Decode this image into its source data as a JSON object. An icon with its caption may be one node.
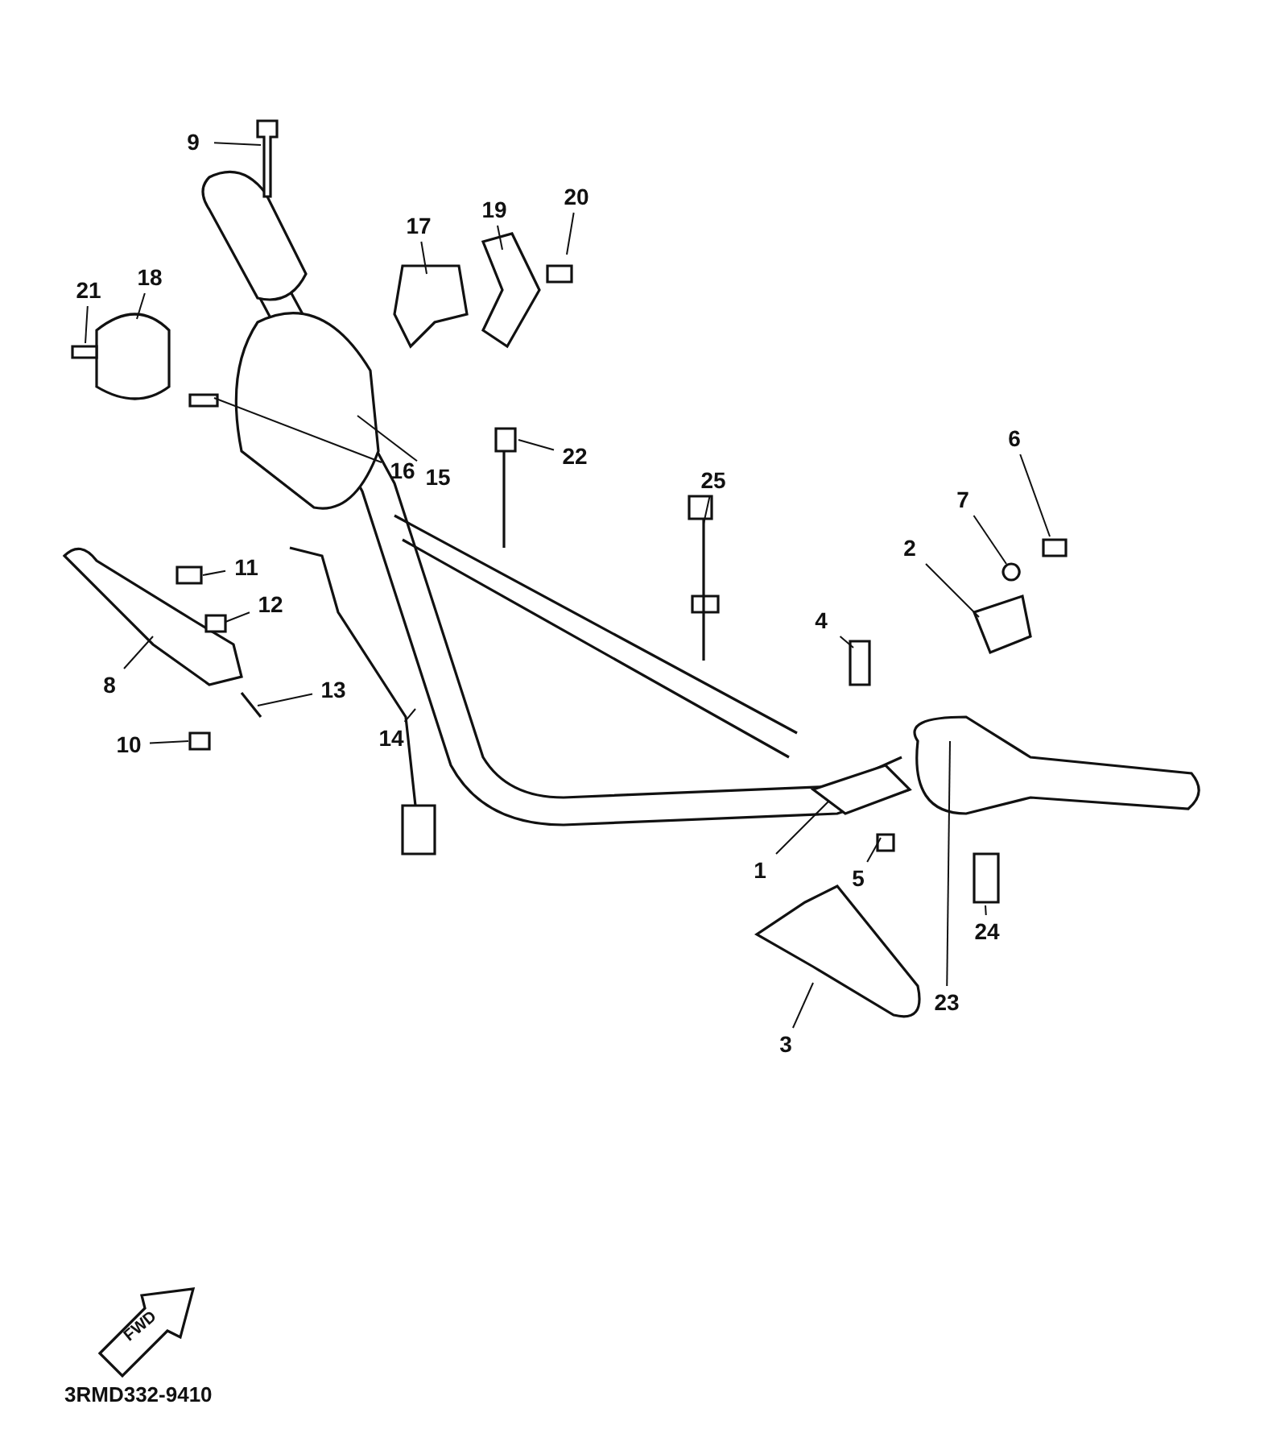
{
  "diagram": {
    "nodes": [
      {
        "text": [
          "9"
        ]
      },
      {
        "text": [
          "20"
        ]
      },
      {
        "text": [
          "19"
        ]
      },
      {
        "text": [
          "17"
        ]
      },
      {
        "text": [
          "21"
        ]
      },
      {
        "text": [
          "18"
        ]
      },
      {
        "text": [
          "6"
        ]
      },
      {
        "text": [
          "22"
        ]
      },
      {
        "text": [
          "16"
        ]
      },
      {
        "text": [
          "15"
        ]
      },
      {
        "text": [
          "25"
        ]
      },
      {
        "text": [
          "7"
        ]
      },
      {
        "text": [
          "2"
        ]
      },
      {
        "text": [
          "11"
        ]
      },
      {
        "text": [
          "12"
        ]
      },
      {
        "text": [
          "4"
        ]
      },
      {
        "text": [
          "8"
        ]
      },
      {
        "text": [
          "13"
        ]
      },
      {
        "text": [
          "10"
        ]
      },
      {
        "text": [
          "14"
        ]
      },
      {
        "text": [
          "1"
        ]
      },
      {
        "text": [
          "5"
        ]
      },
      {
        "text": [
          "24"
        ]
      },
      {
        "text": [
          "23"
        ]
      },
      {
        "text": [
          "3"
        ]
      }
    ],
    "edges": [
      {
        "from": 0,
        "to": null,
        "arrow": "none"
      },
      {
        "from": 1,
        "to": null,
        "arrow": "none"
      },
      {
        "from": 2,
        "to": null,
        "arrow": "none"
      },
      {
        "from": 3,
        "to": null,
        "arrow": "none"
      },
      {
        "from": 4,
        "to": null,
        "arrow": "none"
      },
      {
        "from": 5,
        "to": null,
        "arrow": "none"
      },
      {
        "from": 6,
        "to": null,
        "arrow": "none"
      },
      {
        "from": 7,
        "to": null,
        "arrow": "none"
      },
      {
        "from": 8,
        "to": null,
        "arrow": "none"
      },
      {
        "from": 9,
        "to": null,
        "arrow": "none"
      },
      {
        "from": 10,
        "to": null,
        "arrow": "none"
      },
      {
        "from": 11,
        "to": null,
        "arrow": "none"
      },
      {
        "from": 12,
        "to": null,
        "arrow": "none"
      },
      {
        "from": 13,
        "to": null,
        "arrow": "none"
      },
      {
        "from": 14,
        "to": null,
        "arrow": "none"
      },
      {
        "from": 15,
        "to": null,
        "arrow": "none"
      },
      {
        "from": 16,
        "to": null,
        "arrow": "none"
      },
      {
        "from": 17,
        "to": null,
        "arrow": "none"
      },
      {
        "from": 18,
        "to": null,
        "arrow": "none"
      },
      {
        "from": 19,
        "to": null,
        "arrow": "none"
      },
      {
        "from": 20,
        "to": null,
        "arrow": "none"
      },
      {
        "from": 21,
        "to": null,
        "arrow": "none"
      },
      {
        "from": 22,
        "to": null,
        "arrow": "none"
      },
      {
        "from": 23,
        "to": null,
        "arrow": "none"
      },
      {
        "from": 24,
        "to": null,
        "arrow": "none"
      }
    ],
    "labels": [
      "FWD",
      "3RMD332-9410"
    ]
  }
}
